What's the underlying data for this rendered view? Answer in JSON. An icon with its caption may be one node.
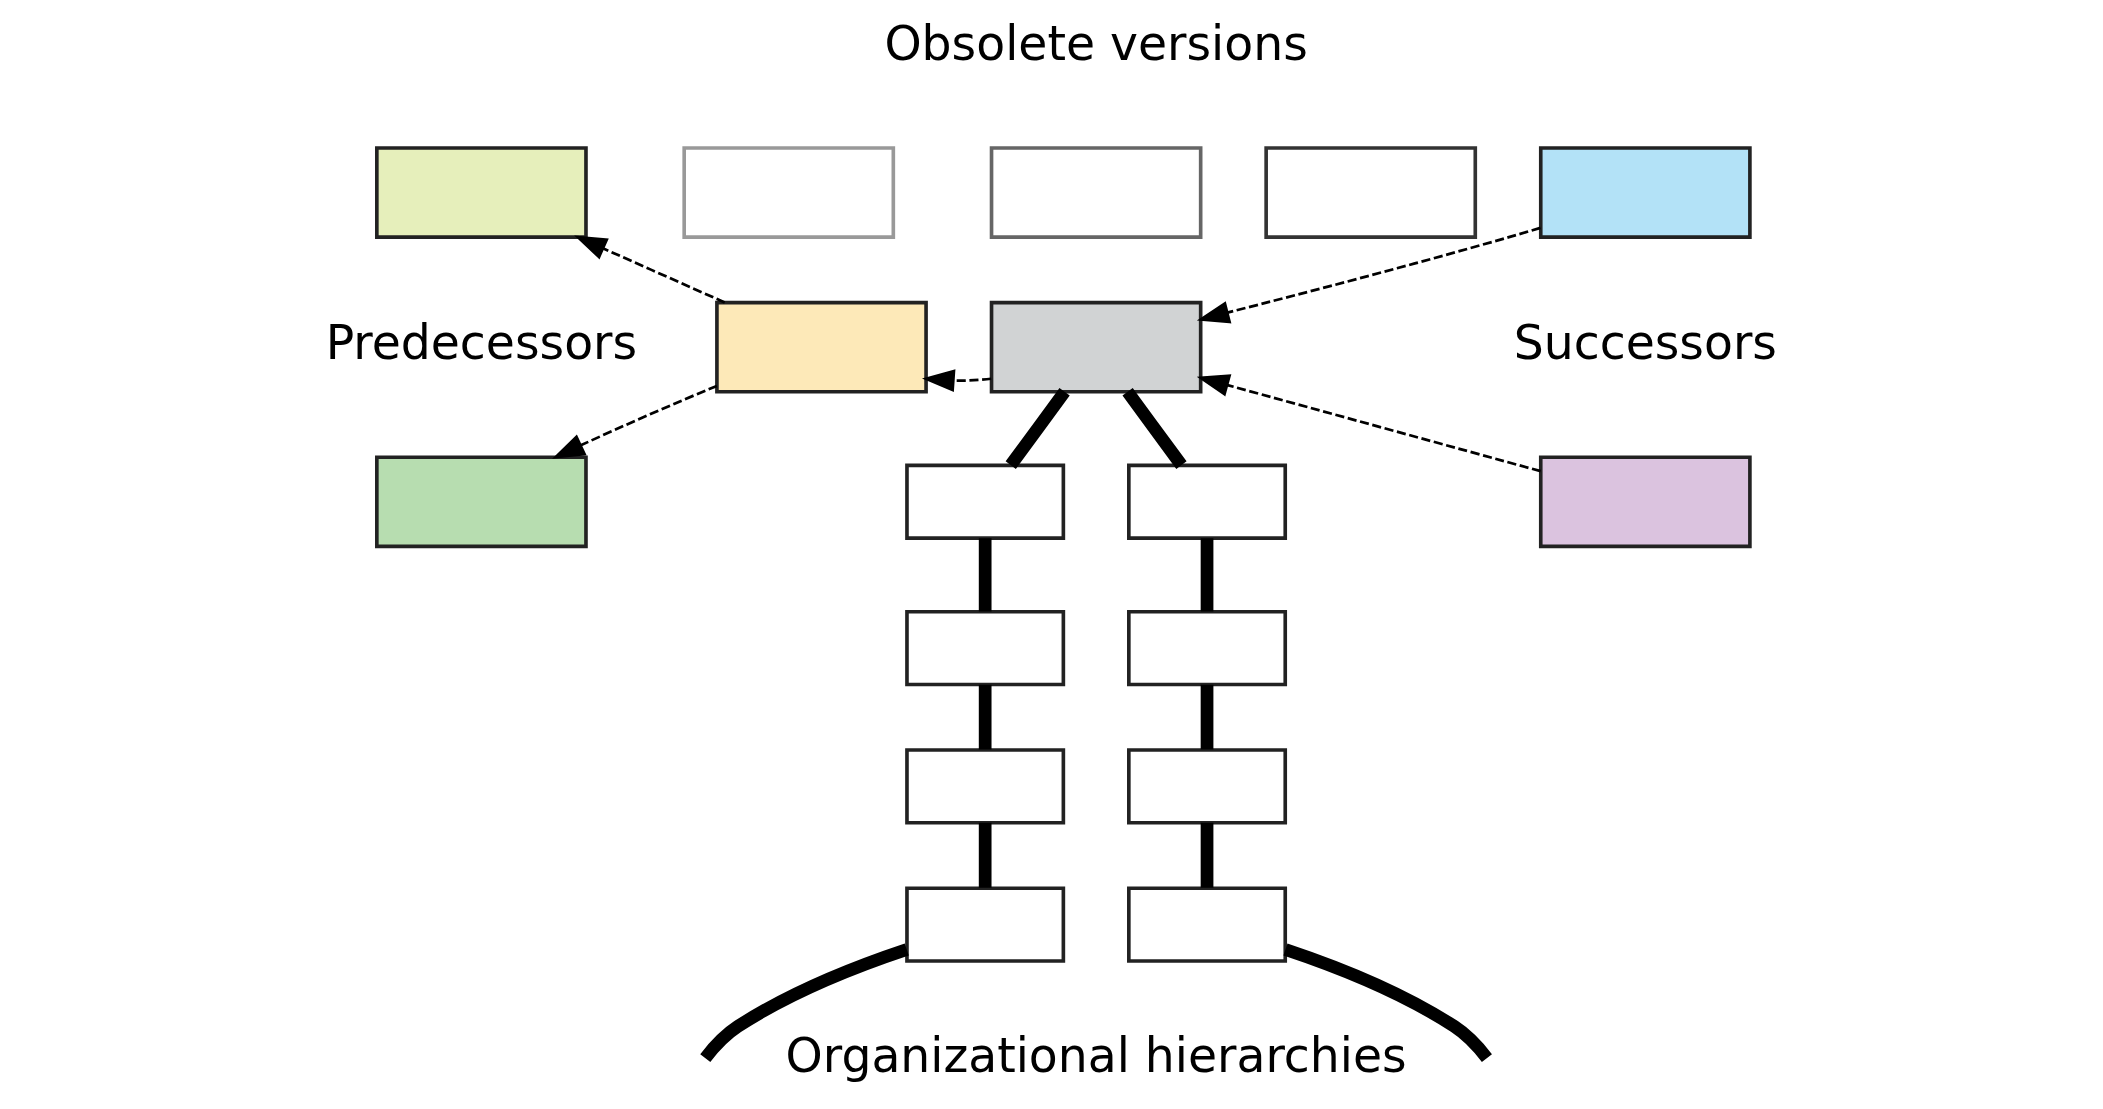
{
  "diagram": {
    "nodes": [
      {
        "text": [],
        "shape": "box"
      },
      {
        "text": [],
        "shape": "box"
      },
      {
        "text": [],
        "shape": "box"
      },
      {
        "text": [],
        "shape": "box"
      },
      {
        "text": [],
        "shape": "box"
      },
      {
        "text": [],
        "shape": "box"
      },
      {
        "text": [],
        "shape": "box"
      },
      {
        "text": [],
        "shape": "box"
      },
      {
        "text": [],
        "shape": "box"
      },
      {
        "text": [],
        "shape": "box"
      },
      {
        "text": [],
        "shape": "box"
      },
      {
        "text": [],
        "shape": "box"
      },
      {
        "text": [],
        "shape": "box"
      },
      {
        "text": [],
        "shape": "box"
      },
      {
        "text": [],
        "shape": "box"
      },
      {
        "text": [],
        "shape": "box"
      },
      {
        "text": [],
        "shape": "box"
      }
    ],
    "edges": [
      {
        "from": 2,
        "to": 0,
        "arrow": "to",
        "style": "dashed"
      },
      {
        "from": 2,
        "to": 1,
        "arrow": "to",
        "style": "dashed"
      },
      {
        "from": 6,
        "to": 2,
        "arrow": "to",
        "style": "dashed"
      },
      {
        "from": 7,
        "to": 6,
        "arrow": "to",
        "style": "dashed"
      },
      {
        "from": 8,
        "to": 6,
        "arrow": "to",
        "style": "dashed"
      },
      {
        "from": 6,
        "to": 9,
        "arrow": "none"
      },
      {
        "from": 9,
        "to": 10,
        "arrow": "none"
      },
      {
        "from": 10,
        "to": 11,
        "arrow": "none"
      },
      {
        "from": 11,
        "to": 12,
        "arrow": "none"
      },
      {
        "from": 12,
        "to": null,
        "arrow": "none"
      },
      {
        "from": 6,
        "to": 13,
        "arrow": "none"
      },
      {
        "from": 13,
        "to": 14,
        "arrow": "none"
      },
      {
        "from": 14,
        "to": 15,
        "arrow": "none"
      },
      {
        "from": 15,
        "to": 16,
        "arrow": "none"
      },
      {
        "from": 16,
        "to": null,
        "arrow": "none"
      }
    ],
    "labels": [
      "Obsolete versions",
      "Predecessors",
      "Successors",
      "Organizational hierarchies"
    ]
  }
}
